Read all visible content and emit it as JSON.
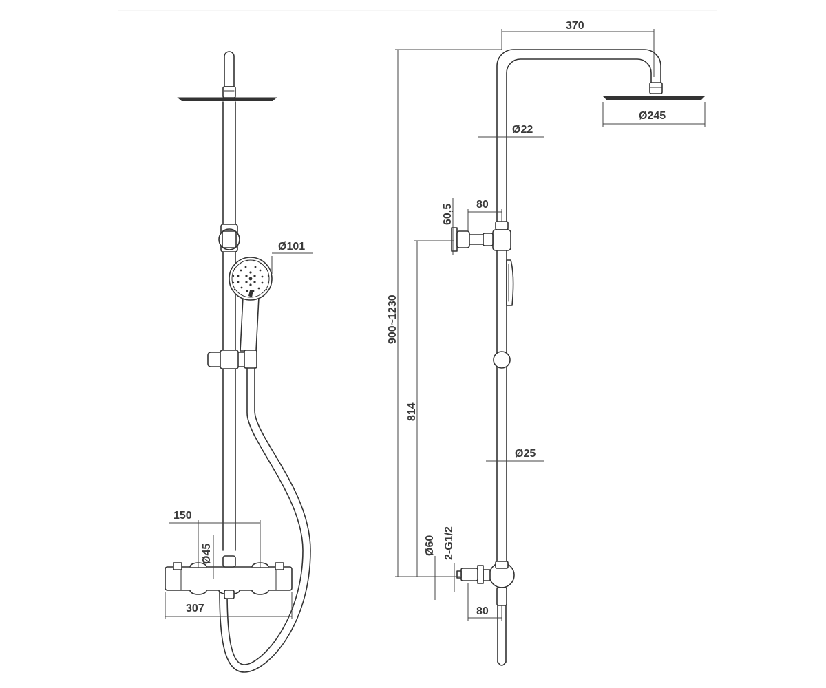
{
  "labels": {
    "front_view": {
      "head_diameter": "Ø101",
      "mixer_spacing": "150",
      "mixer_diameter": "Ø45",
      "mixer_width": "307"
    },
    "side_view": {
      "arm_length": "370",
      "rain_head_diameter": "Ø245",
      "upper_pipe_diameter": "Ø22",
      "bracket_offset": "80",
      "bracket_height": "60,5",
      "total_height": "900~1230",
      "inlet_to_bracket": "814",
      "lower_pipe_diameter": "Ø25",
      "inlet_diameter": "Ø60",
      "inlet_thread": "2-G1/2",
      "inlet_offset": "80"
    }
  },
  "colors": {
    "line": "#333333",
    "dimension": "#444444",
    "text": "#3a3a3a",
    "background": "#ffffff"
  }
}
